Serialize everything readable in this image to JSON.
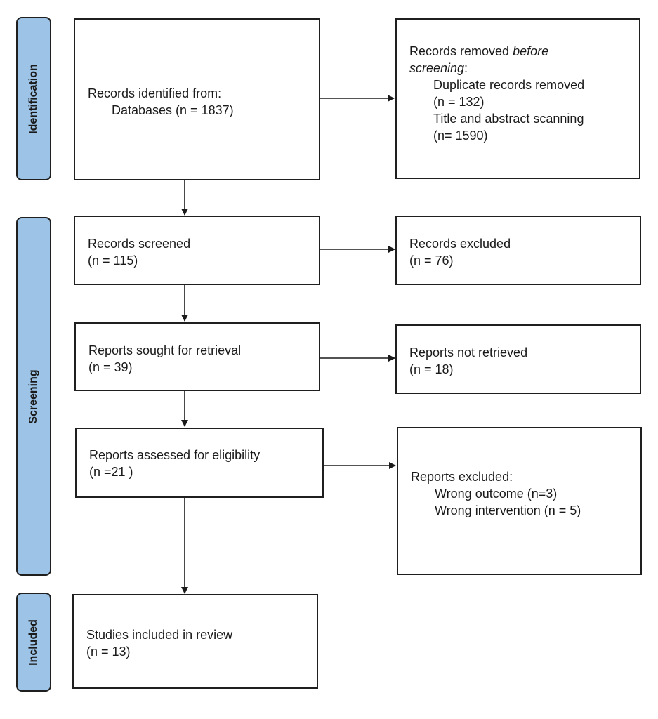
{
  "phases": {
    "identification": "Identification",
    "screening": "Screening",
    "included": "Included"
  },
  "boxes": {
    "identified": {
      "line1": "Records identified from:",
      "line2": "Databases (n = 1837)"
    },
    "removed_before": {
      "line1_prefix": "Records removed ",
      "line1_em": "before",
      "line2_em": "screening",
      "line2_suffix": ":",
      "item1_label": "Duplicate records removed",
      "item1_n": "(n = 132)",
      "item2_label": "Title and abstract scanning",
      "item2_n": "(n= 1590)"
    },
    "screened": {
      "line1": "Records screened",
      "line2": "(n = 115)"
    },
    "excluded": {
      "line1": "Records excluded",
      "line2": "(n = 76)"
    },
    "sought": {
      "line1": "Reports sought for retrieval",
      "line2": "(n = 39)"
    },
    "not_retrieved": {
      "line1": "Reports not retrieved",
      "line2": "(n = 18)"
    },
    "assessed": {
      "line1": "Reports assessed for eligibility",
      "line2": "(n =21 )"
    },
    "reports_excluded": {
      "line1": "Reports excluded:",
      "item1": "Wrong outcome (n=3)",
      "item2": "Wrong intervention (n = 5)"
    },
    "included": {
      "line1": "Studies included in review",
      "line2": "(n = 13)"
    }
  }
}
